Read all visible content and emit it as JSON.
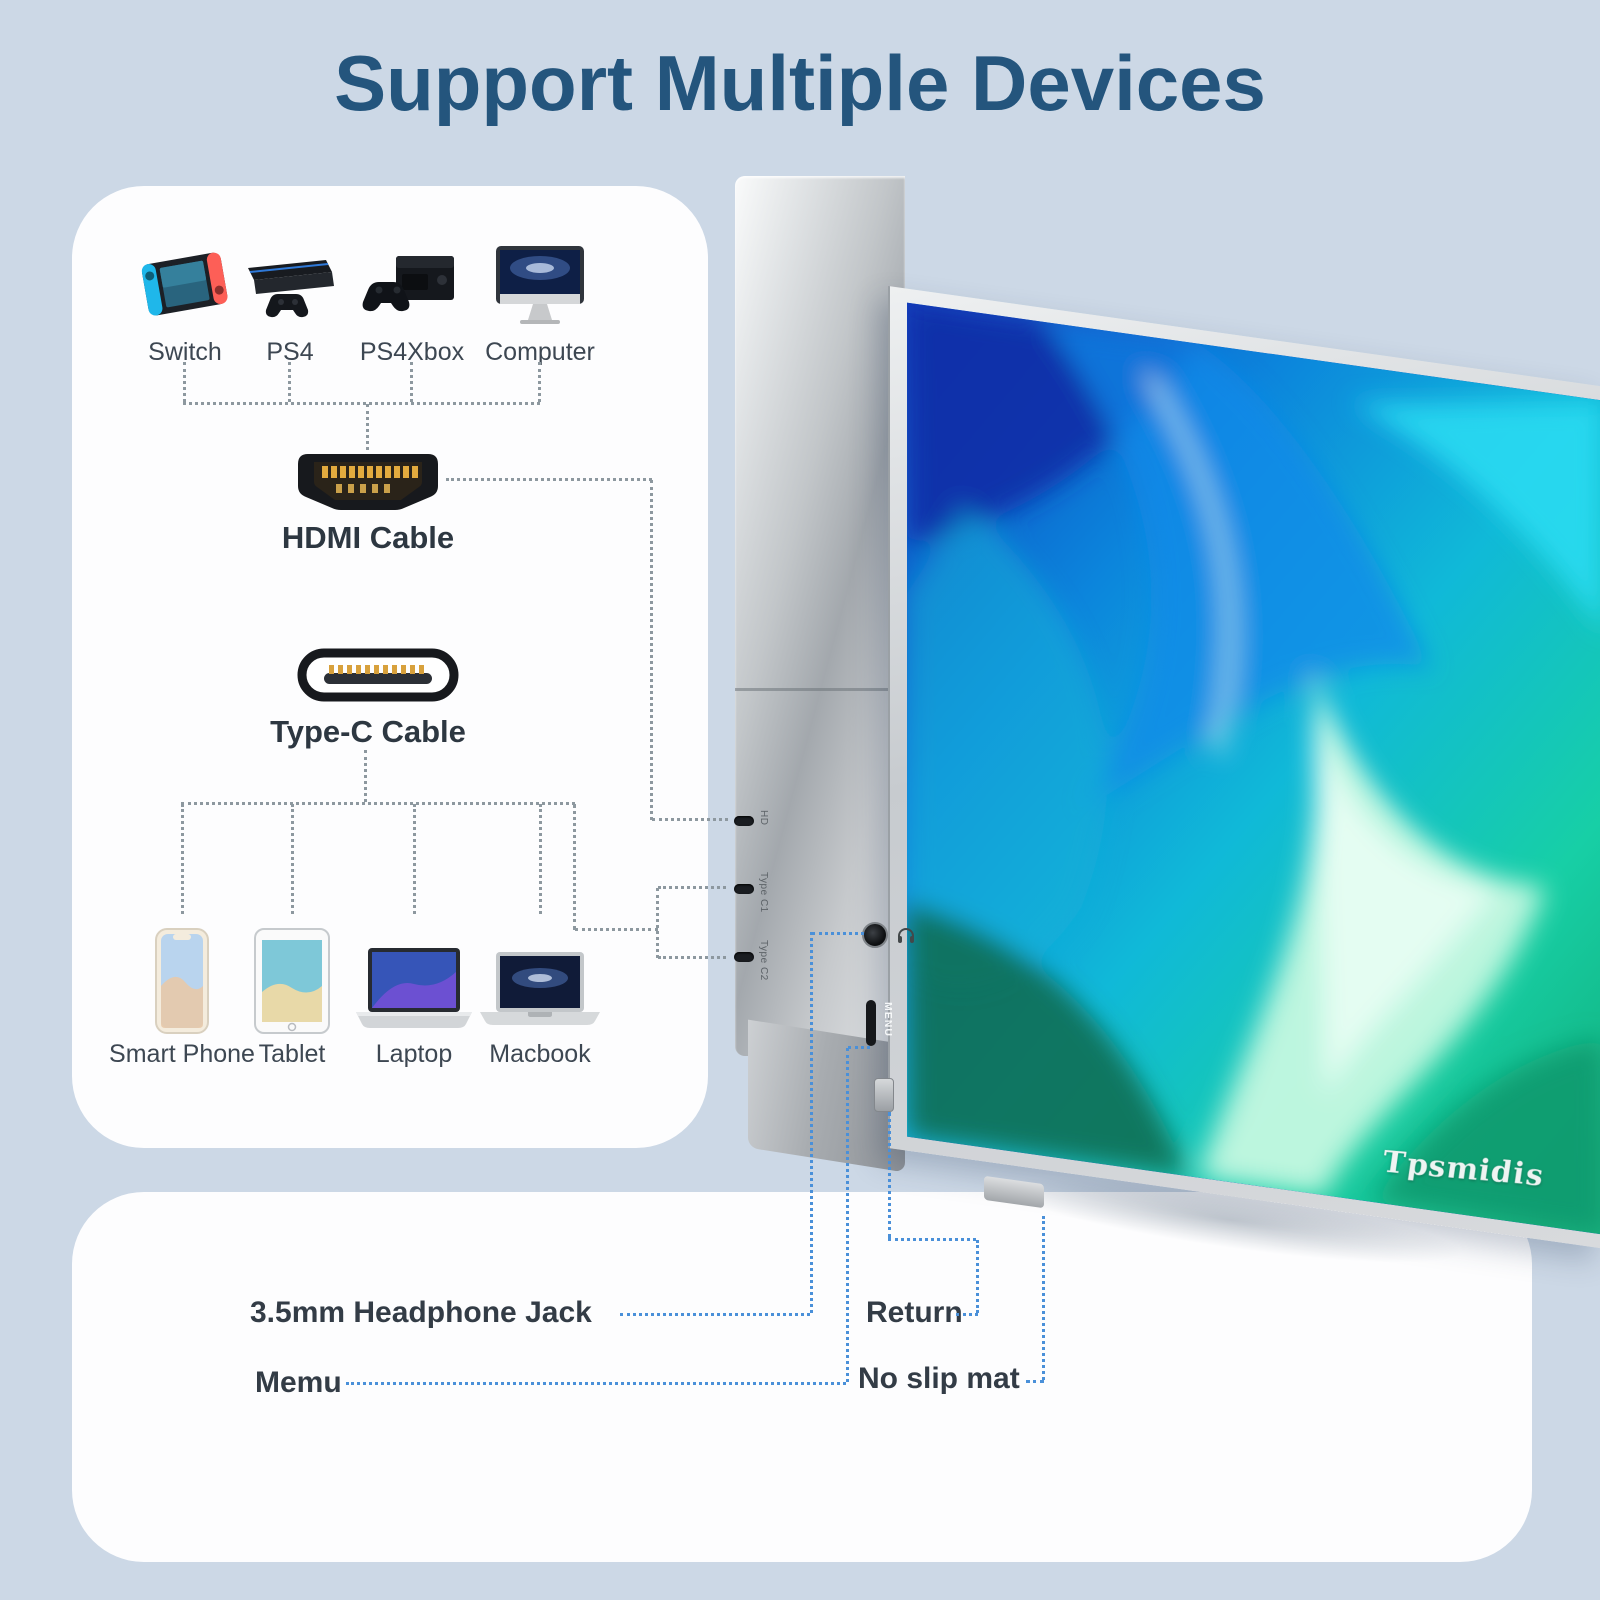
{
  "title": "Support Multiple Devices",
  "top_card": {
    "source_devices": [
      {
        "label": "Switch"
      },
      {
        "label": "PS4"
      },
      {
        "label": "PS4Xbox"
      },
      {
        "label": "Computer"
      }
    ],
    "hdmi_cable_label": "HDMI Cable",
    "type_c_cable_label": "Type-C Cable",
    "target_devices": [
      {
        "label": "Smart Phone"
      },
      {
        "label": "Tablet"
      },
      {
        "label": "Laptop"
      },
      {
        "label": "Macbook"
      }
    ]
  },
  "monitor": {
    "brand": "Tpsmidis",
    "port_labels": [
      {
        "label": "HD"
      },
      {
        "label": "Type C1"
      },
      {
        "label": "Type C2"
      }
    ],
    "menu_button_label": "MENU"
  },
  "bottom_card": {
    "headphone_label": "3.5mm Headphone Jack",
    "menu_label": "Memu",
    "return_label": "Return",
    "no_slip_label": "No slip mat"
  },
  "colors": {
    "background": "#ccd8e6",
    "card": "#fdfdfe",
    "title": "#24557d",
    "label_text": "#333c46",
    "dotted_gray": "#8d989f",
    "dotted_blue": "#4a90d9"
  }
}
